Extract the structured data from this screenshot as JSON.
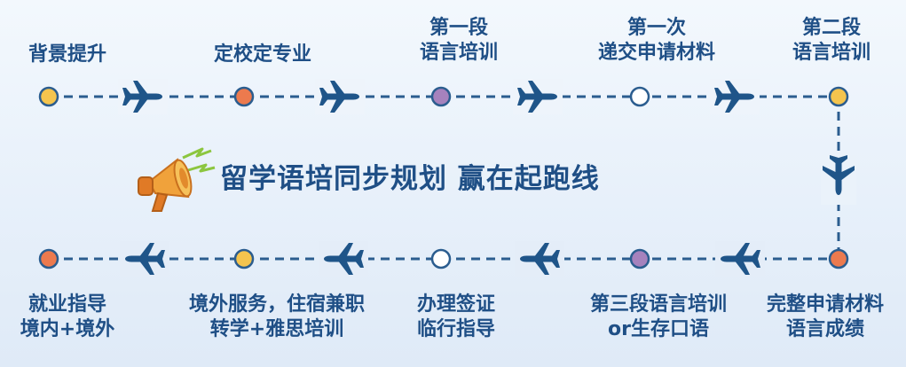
{
  "headline": "留学语培同步规划 赢在起跑线",
  "colors": {
    "line": "#2b5d8f",
    "orange": "#ec7a4e",
    "yellow": "#f4c44e",
    "purple": "#a682bd",
    "white": "#ffffff",
    "text": "#1f4f86"
  },
  "top_steps": [
    {
      "line1": "背景提升",
      "line2": "",
      "dot": "yellow"
    },
    {
      "line1": "定校定专业",
      "line2": "",
      "dot": "orange"
    },
    {
      "line1": "第一段",
      "line2": "语言培训",
      "dot": "purple"
    },
    {
      "line1": "第一次",
      "line2": "递交申请材料",
      "dot": "white"
    },
    {
      "line1": "第二段",
      "line2": "语言培训",
      "dot": "yellow"
    }
  ],
  "bottom_steps": [
    {
      "line1": "就业指导",
      "line2": "境内+境外",
      "dot": "orange"
    },
    {
      "line1": "境外服务，住宿兼职",
      "line2": "转学+雅思培训",
      "dot": "yellow"
    },
    {
      "line1": "办理签证",
      "line2": "临行指导",
      "dot": "white"
    },
    {
      "line1": "第三段语言培训",
      "line2": "or生存口语",
      "dot": "purple"
    },
    {
      "line1": "完整申请材料",
      "line2": "语言成绩",
      "dot": "orange"
    }
  ],
  "icons": {
    "connector": "airplane-icon",
    "announcement": "megaphone-icon"
  }
}
